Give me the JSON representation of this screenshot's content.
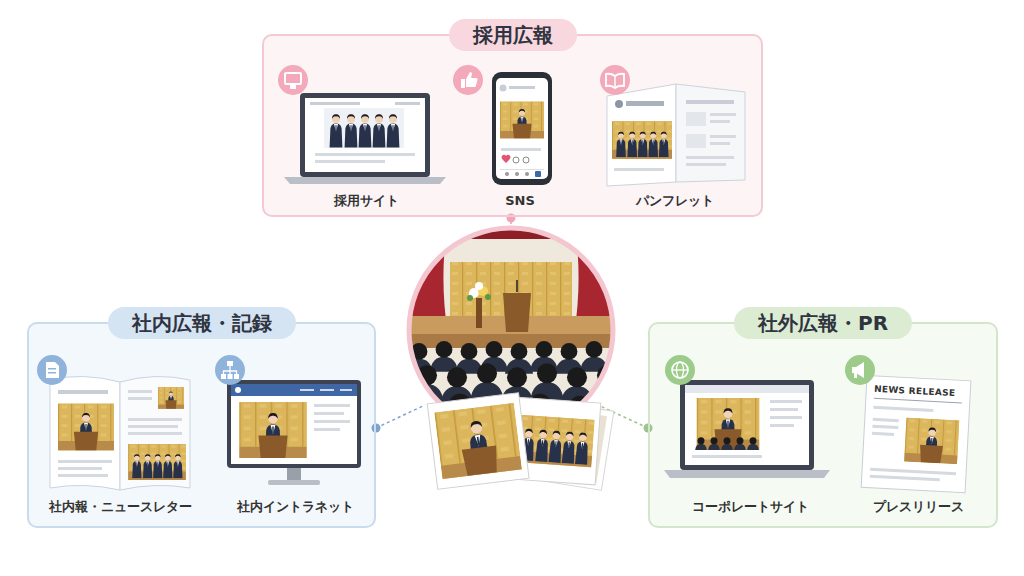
{
  "diagram": {
    "nodes": [
      {
        "text": [
          "採用広報"
        ]
      },
      {
        "text": [
          "採用サイト"
        ],
        "in": 0
      },
      {
        "text": [
          "SNS"
        ],
        "in": 0
      },
      {
        "text": [
          "パンフレット"
        ],
        "in": 0
      },
      {
        "text": [
          "社内広報・記録"
        ]
      },
      {
        "text": [
          "社内報・ニュースレター"
        ],
        "in": 4
      },
      {
        "text": [
          "社内イントラネット"
        ],
        "in": 4
      },
      {
        "text": [
          "社外広報・PR"
        ]
      },
      {
        "text": [
          "コーポレートサイト"
        ],
        "in": 7
      },
      {
        "text": [
          "プレスリリース"
        ],
        "in": 7
      }
    ],
    "labels": [
      "NEWS RELEASE"
    ]
  }
}
